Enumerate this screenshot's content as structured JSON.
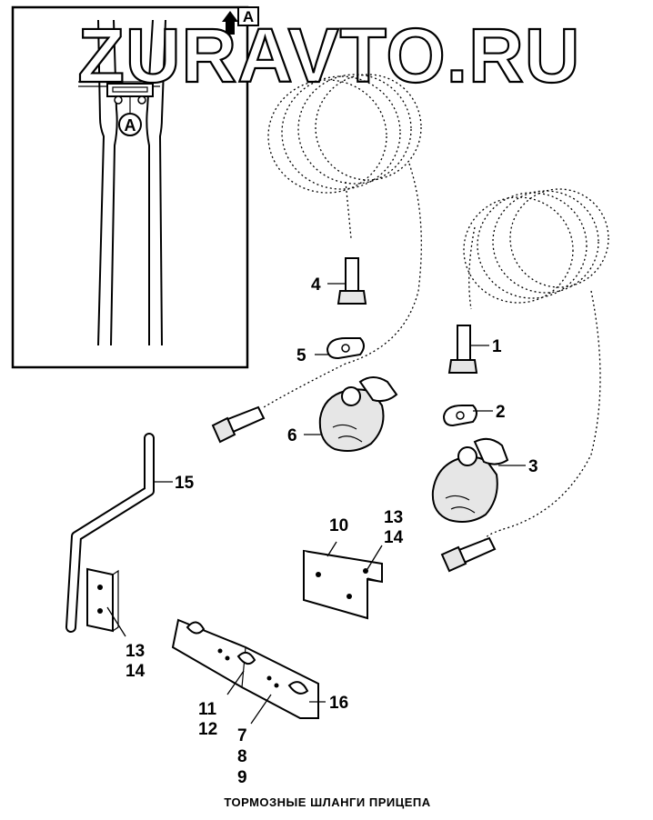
{
  "watermark": "ZURAVTO.RU",
  "inset": {
    "view_letter": "A",
    "detail_letter": "A",
    "arrow_icon": "arrow-up-icon"
  },
  "callouts": {
    "c1": "1",
    "c2": "2",
    "c3": "3",
    "c4": "4",
    "c5": "5",
    "c6": "6",
    "c7": "7",
    "c8": "8",
    "c9": "9",
    "c10": "10",
    "c11": "11",
    "c12": "12",
    "c13a": "13",
    "c14a": "14",
    "c13b": "13",
    "c14b": "14",
    "c15": "15",
    "c16": "16"
  },
  "caption": "ТОРМОЗНЫЕ ШЛАНГИ ПРИЦЕПА"
}
